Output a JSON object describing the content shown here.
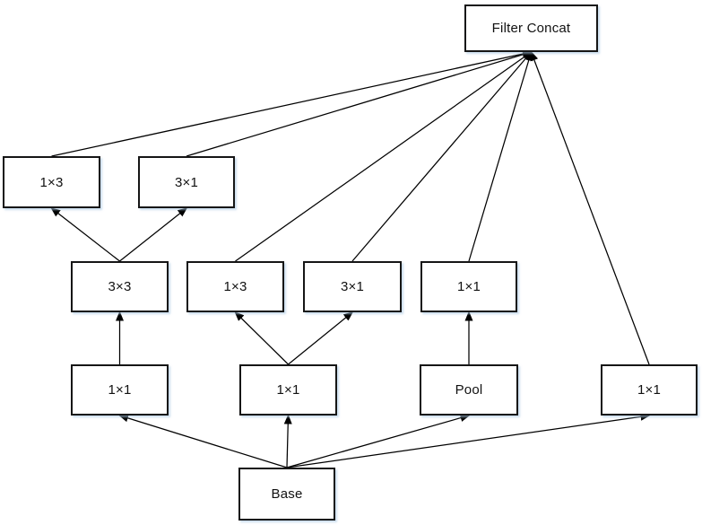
{
  "diagram": {
    "type": "inception-module-architecture",
    "nodes": [
      {
        "id": "filter_concat",
        "label": "Filter Concat"
      },
      {
        "id": "conv_1x3_top",
        "label": "1×3"
      },
      {
        "id": "conv_3x1_top",
        "label": "3×1"
      },
      {
        "id": "conv_3x3_mid",
        "label": "3×3"
      },
      {
        "id": "conv_1x3_mid",
        "label": "1×3"
      },
      {
        "id": "conv_3x1_mid",
        "label": "3×1"
      },
      {
        "id": "conv_1x1_mid",
        "label": "1×1"
      },
      {
        "id": "conv_1x1_left",
        "label": "1×1"
      },
      {
        "id": "conv_1x1_center",
        "label": "1×1"
      },
      {
        "id": "pool",
        "label": "Pool"
      },
      {
        "id": "conv_1x1_right",
        "label": "1×1"
      },
      {
        "id": "base",
        "label": "Base"
      }
    ],
    "edges": [
      {
        "from": "conv_1x3_top",
        "to": "filter_concat"
      },
      {
        "from": "conv_3x1_top",
        "to": "filter_concat"
      },
      {
        "from": "conv_1x3_mid",
        "to": "filter_concat"
      },
      {
        "from": "conv_3x1_mid",
        "to": "filter_concat"
      },
      {
        "from": "conv_1x1_mid",
        "to": "filter_concat"
      },
      {
        "from": "conv_1x1_right",
        "to": "filter_concat"
      },
      {
        "from": "conv_3x3_mid",
        "to": "conv_1x3_top"
      },
      {
        "from": "conv_3x3_mid",
        "to": "conv_3x1_top"
      },
      {
        "from": "conv_1x1_left",
        "to": "conv_3x3_mid"
      },
      {
        "from": "conv_1x1_center",
        "to": "conv_1x3_mid"
      },
      {
        "from": "conv_1x1_center",
        "to": "conv_3x1_mid"
      },
      {
        "from": "pool",
        "to": "conv_1x1_mid"
      },
      {
        "from": "base",
        "to": "conv_1x1_left"
      },
      {
        "from": "base",
        "to": "conv_1x1_center"
      },
      {
        "from": "base",
        "to": "pool"
      },
      {
        "from": "base",
        "to": "conv_1x1_right"
      }
    ],
    "colors": {
      "box_border": "#161616",
      "box_fill": "#ffffff",
      "line": "#000000",
      "text": "#111111",
      "shadow": "#a8c8e2"
    }
  }
}
